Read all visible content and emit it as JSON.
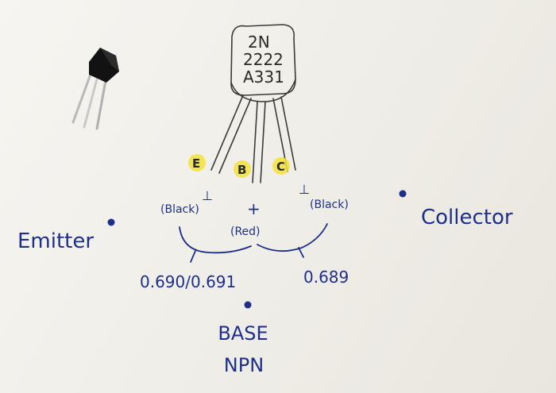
{
  "package_marking": [
    "2N",
    "2222",
    "A331"
  ],
  "pins": [
    {
      "letter": "E",
      "highlight": "#f2e23a"
    },
    {
      "letter": "B",
      "highlight": "#f2e23a"
    },
    {
      "letter": "C",
      "highlight": "#f2e23a"
    }
  ],
  "probe_labels": {
    "left_sign": "⊥",
    "left_color": "(Black)",
    "center_sign": "+",
    "center_color": "(Red)",
    "right_sign": "⊥",
    "right_color": "(Black)"
  },
  "readings": {
    "base_emitter": "0.690/0.691",
    "base_collector": "0.689"
  },
  "terminals": {
    "emitter": "Emitter",
    "collector": "Collector",
    "base": "BASE",
    "type": "NPN"
  },
  "colors": {
    "ink": "#1e2f8a",
    "pencil": "#3a3a3a",
    "highlight": "#f2e23a",
    "paper": "#f3f1ec"
  }
}
